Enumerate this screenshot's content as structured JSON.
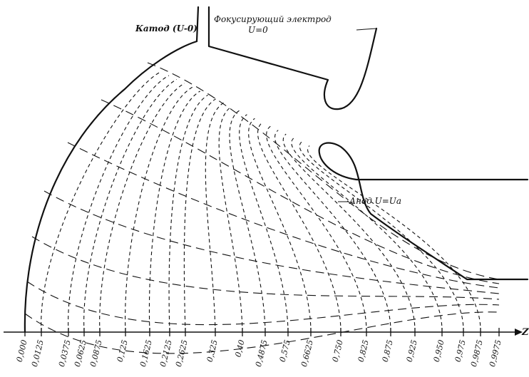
{
  "labels": {
    "cathode": "Катод (U-0)",
    "focusing_electrode": "Фокусирующий электрод",
    "focusing_potential": "U=0",
    "anode": "Анод  U=Uа",
    "axis": "Z"
  },
  "axis_ticks": [
    "0,000",
    "0,0125",
    "0,0375",
    "0,0625",
    "0,0875",
    "0,125",
    "0,1625",
    "0,2125",
    "0,2625",
    "0,325",
    "0,40",
    "0,4875",
    "0,575",
    "0,6625",
    "0,750",
    "0,825",
    "0,875",
    "0,925",
    "0,950",
    "0,975",
    "0,9875",
    "0,9975"
  ],
  "equipotential_count": 20,
  "trajectory_count": 7
}
